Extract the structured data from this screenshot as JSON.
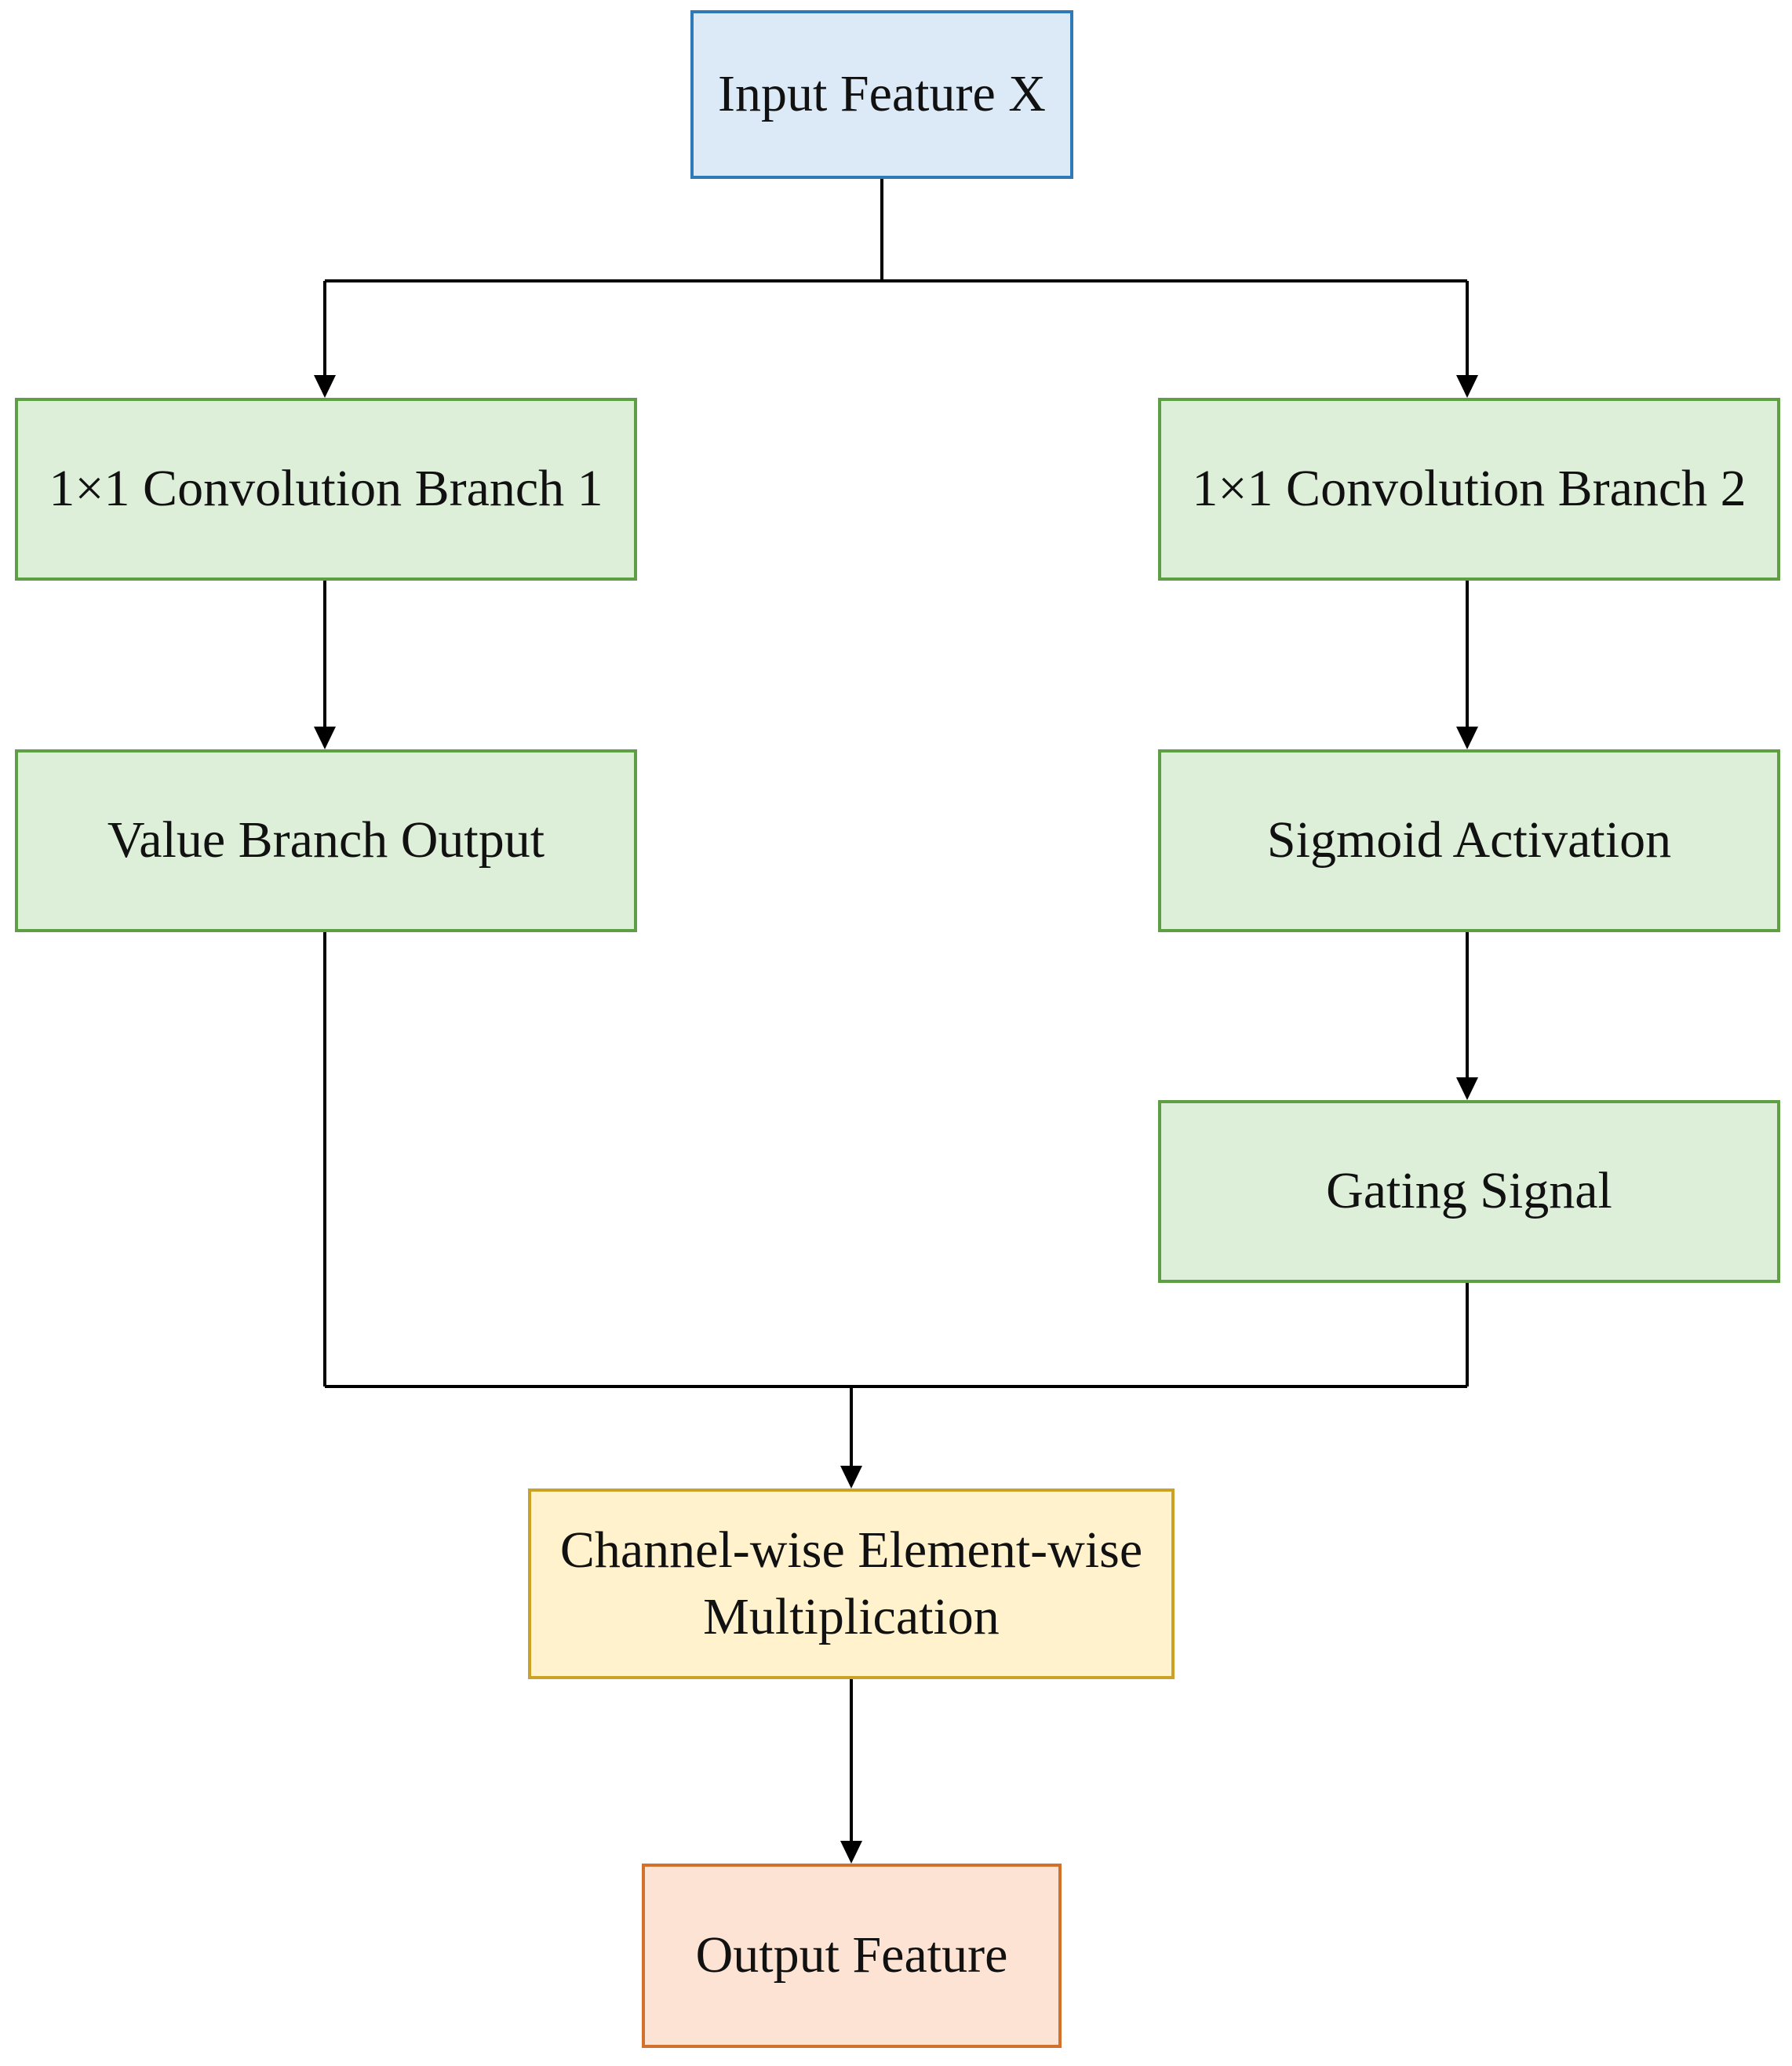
{
  "diagram": {
    "nodes": {
      "input": {
        "label": "Input Feature X"
      },
      "conv1": {
        "label": "1×1 Convolution Branch 1"
      },
      "conv2": {
        "label": "1×1 Convolution Branch 2"
      },
      "value": {
        "label": "Value Branch Output"
      },
      "sigmoid": {
        "label": "Sigmoid Activation"
      },
      "gating": {
        "label": "Gating Signal"
      },
      "mult": {
        "line1": "Channel-wise Element-wise",
        "line2": "Multiplication"
      },
      "output": {
        "label": "Output Feature"
      }
    },
    "colors": {
      "input_fill": "#dbeaf6",
      "input_border": "#2e79b6",
      "branch_fill": "#ddefd8",
      "branch_border": "#5e9f46",
      "mult_fill": "#fff2cc",
      "mult_border": "#c9a227",
      "output_fill": "#fce3d3",
      "output_border": "#d2712c",
      "connector": "#000000"
    },
    "edges": [
      {
        "from": "input",
        "to": "conv1"
      },
      {
        "from": "input",
        "to": "conv2"
      },
      {
        "from": "conv1",
        "to": "value"
      },
      {
        "from": "conv2",
        "to": "sigmoid"
      },
      {
        "from": "sigmoid",
        "to": "gating"
      },
      {
        "from": "value",
        "to": "mult"
      },
      {
        "from": "gating",
        "to": "mult"
      },
      {
        "from": "mult",
        "to": "output"
      }
    ]
  }
}
